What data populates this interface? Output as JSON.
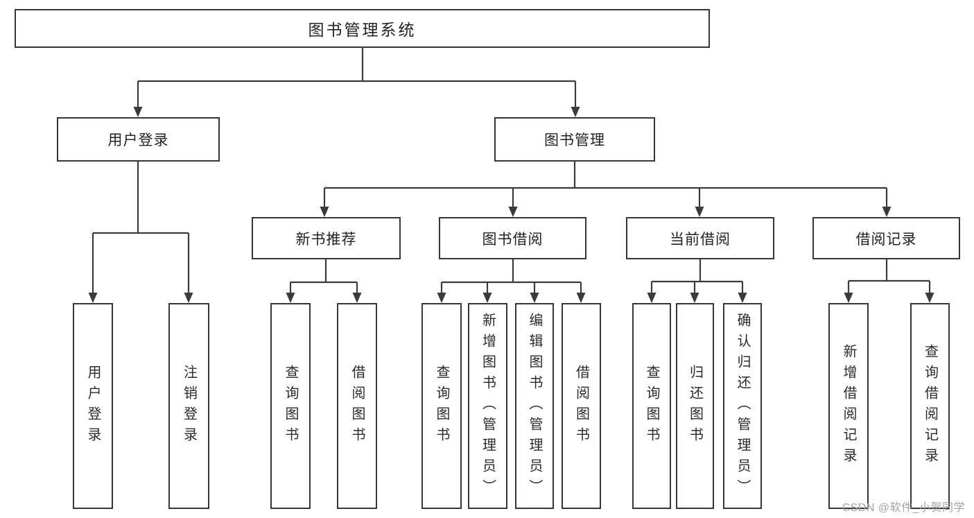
{
  "tree": {
    "label": "图书管理系统",
    "children": [
      {
        "label": "用户登录",
        "children": [
          {
            "label": "用户登录"
          },
          {
            "label": "注销登录"
          }
        ]
      },
      {
        "label": "图书管理",
        "children": [
          {
            "label": "新书推荐",
            "children": [
              {
                "label": "查询图书"
              },
              {
                "label": "借阅图书"
              }
            ]
          },
          {
            "label": "图书借阅",
            "children": [
              {
                "label": "查询图书"
              },
              {
                "label": "新增图书（管理员）"
              },
              {
                "label": "编辑图书（管理员）"
              },
              {
                "label": "借阅图书"
              }
            ]
          },
          {
            "label": "当前借阅",
            "children": [
              {
                "label": "查询图书"
              },
              {
                "label": "归还图书"
              },
              {
                "label": "确认归还（管理员）"
              }
            ]
          },
          {
            "label": "借阅记录",
            "children": [
              {
                "label": "新增借阅记录"
              },
              {
                "label": "查询借阅记录"
              }
            ]
          }
        ]
      }
    ]
  },
  "watermark": "CSDN @软件_小贺同学",
  "colors": {
    "line": "#3a3a3a",
    "border": "#363636",
    "text": "#222222",
    "watermark": "#a3a3a3"
  }
}
